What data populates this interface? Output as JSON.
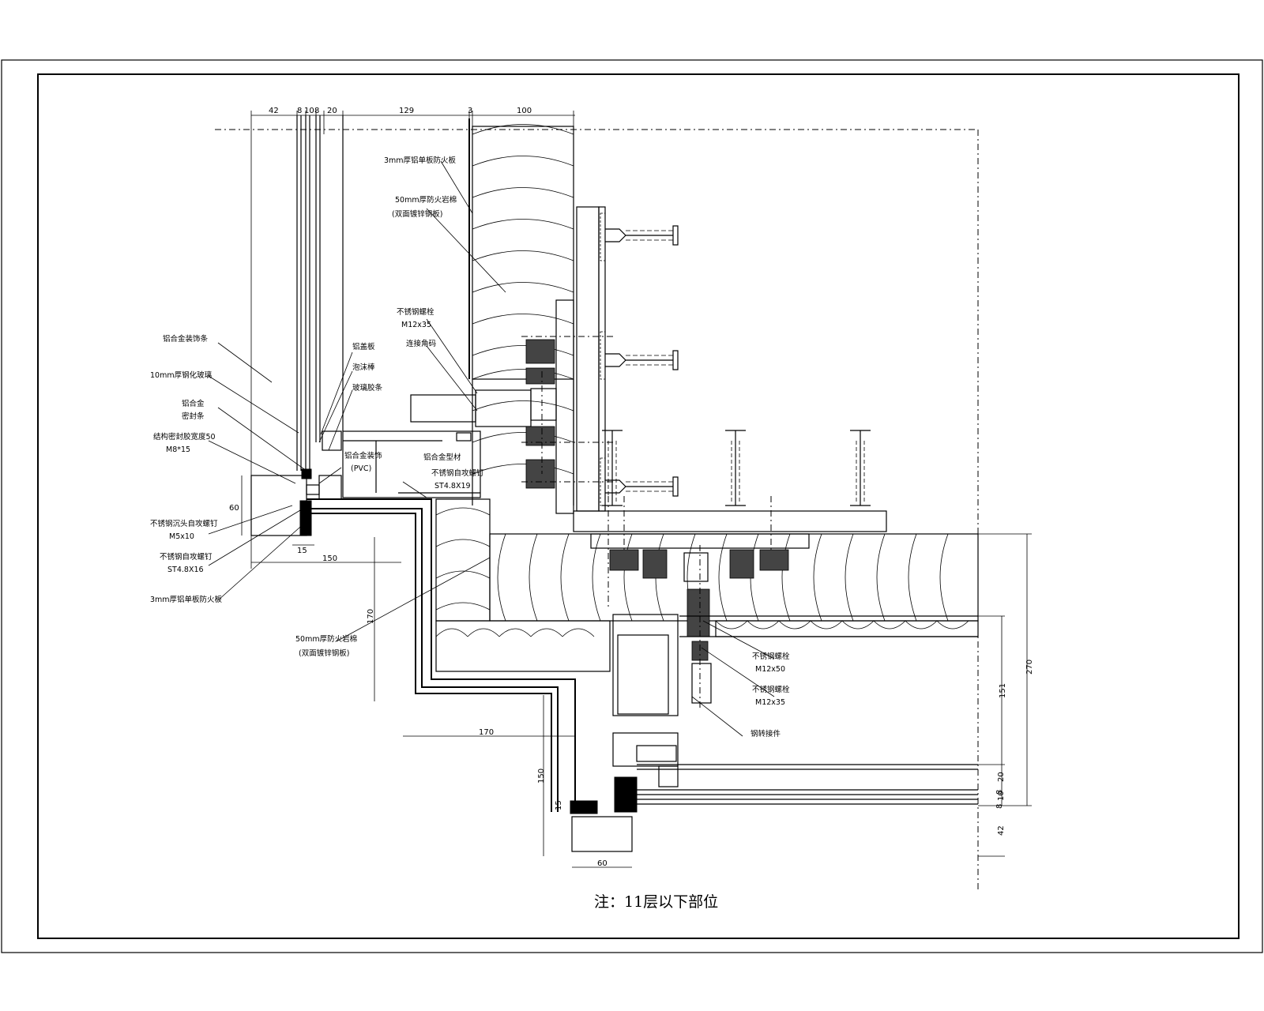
{
  "note": "注：11层以下部位",
  "dimensions": {
    "top": [
      "42",
      "8",
      "10",
      "8",
      "20",
      "129",
      "3",
      "100"
    ],
    "left_60": "60",
    "left_15": "15",
    "left_150": "150",
    "mid_170_vertical": "170",
    "mid_170_horizontal": "170",
    "bottom_150_vertical": "150",
    "bottom_15": "15",
    "bottom_60": "60",
    "right_270": "270",
    "right_151": "151",
    "right_stack": [
      "20",
      "8",
      "10",
      "8"
    ],
    "right_42": "42"
  },
  "labels": {
    "l1": "3mm厚铝单板防火板",
    "l2a": "50mm厚防火岩棉",
    "l2b": "(双面镀锌钢板)",
    "l3a": "不锈钢螺栓",
    "l3b": "M12x35",
    "l4": "连接角码",
    "l5": "铝合金装饰条",
    "l6": "10mm厚钢化玻璃",
    "l7": "铝盖板",
    "l8": "泡沫棒",
    "l9": "玻璃胶条",
    "l10a": "铝合金",
    "l10b": "密封条",
    "l11a": "结构密封胶宽度50",
    "l11b": "M8*15",
    "l12a": "铝合金装饰",
    "l12b": "(PVC)",
    "l13": "铝合金型材",
    "l14a": "不锈钢自攻螺钉",
    "l14b": "ST4.8X19",
    "l15a": "不锈钢沉头自攻螺钉",
    "l15b": "M5x10",
    "l16a": "不锈钢自攻螺钉",
    "l16b": "ST4.8X16",
    "l17": "3mm厚铝单板防火板",
    "l18a": "50mm厚防火岩棉",
    "l18b": "(双面镀锌钢板)",
    "l19a": "不锈钢螺栓",
    "l19b": "M12x50",
    "l20a": "不锈钢螺栓",
    "l20b": "M12x35",
    "l21": "钢转接件"
  }
}
